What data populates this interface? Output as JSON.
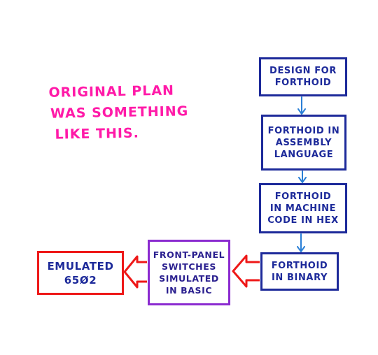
{
  "note": {
    "lines": [
      "ORIGINAL PLAN",
      "WAS SOMETHING",
      "LIKE THIS."
    ],
    "color": "#ff1aa8"
  },
  "boxes": {
    "design": {
      "lines": [
        "DESIGN FOR",
        "FORTHOID"
      ]
    },
    "assembly": {
      "lines": [
        "FORTHOID IN",
        "ASSEMBLY",
        "LANGUAGE"
      ]
    },
    "machine": {
      "lines": [
        "FORTHOID",
        "IN MACHINE",
        "CODE IN HEX"
      ]
    },
    "binary": {
      "lines": [
        "FORTHOID",
        "IN BINARY"
      ]
    },
    "frontpanel": {
      "lines": [
        "FRONT-PANEL",
        "SWITCHES",
        "SIMULATED",
        "IN BASIC"
      ]
    },
    "emulated": {
      "lines": [
        "EMULATED",
        "65Ø2"
      ]
    }
  },
  "colors": {
    "box_border": "#1d2a9a",
    "front_panel_border": "#8b2bd0",
    "emulated_border": "#ee1818",
    "vertical_arrow": "#2a7fd6",
    "horizontal_arrow": "#ee1818"
  }
}
